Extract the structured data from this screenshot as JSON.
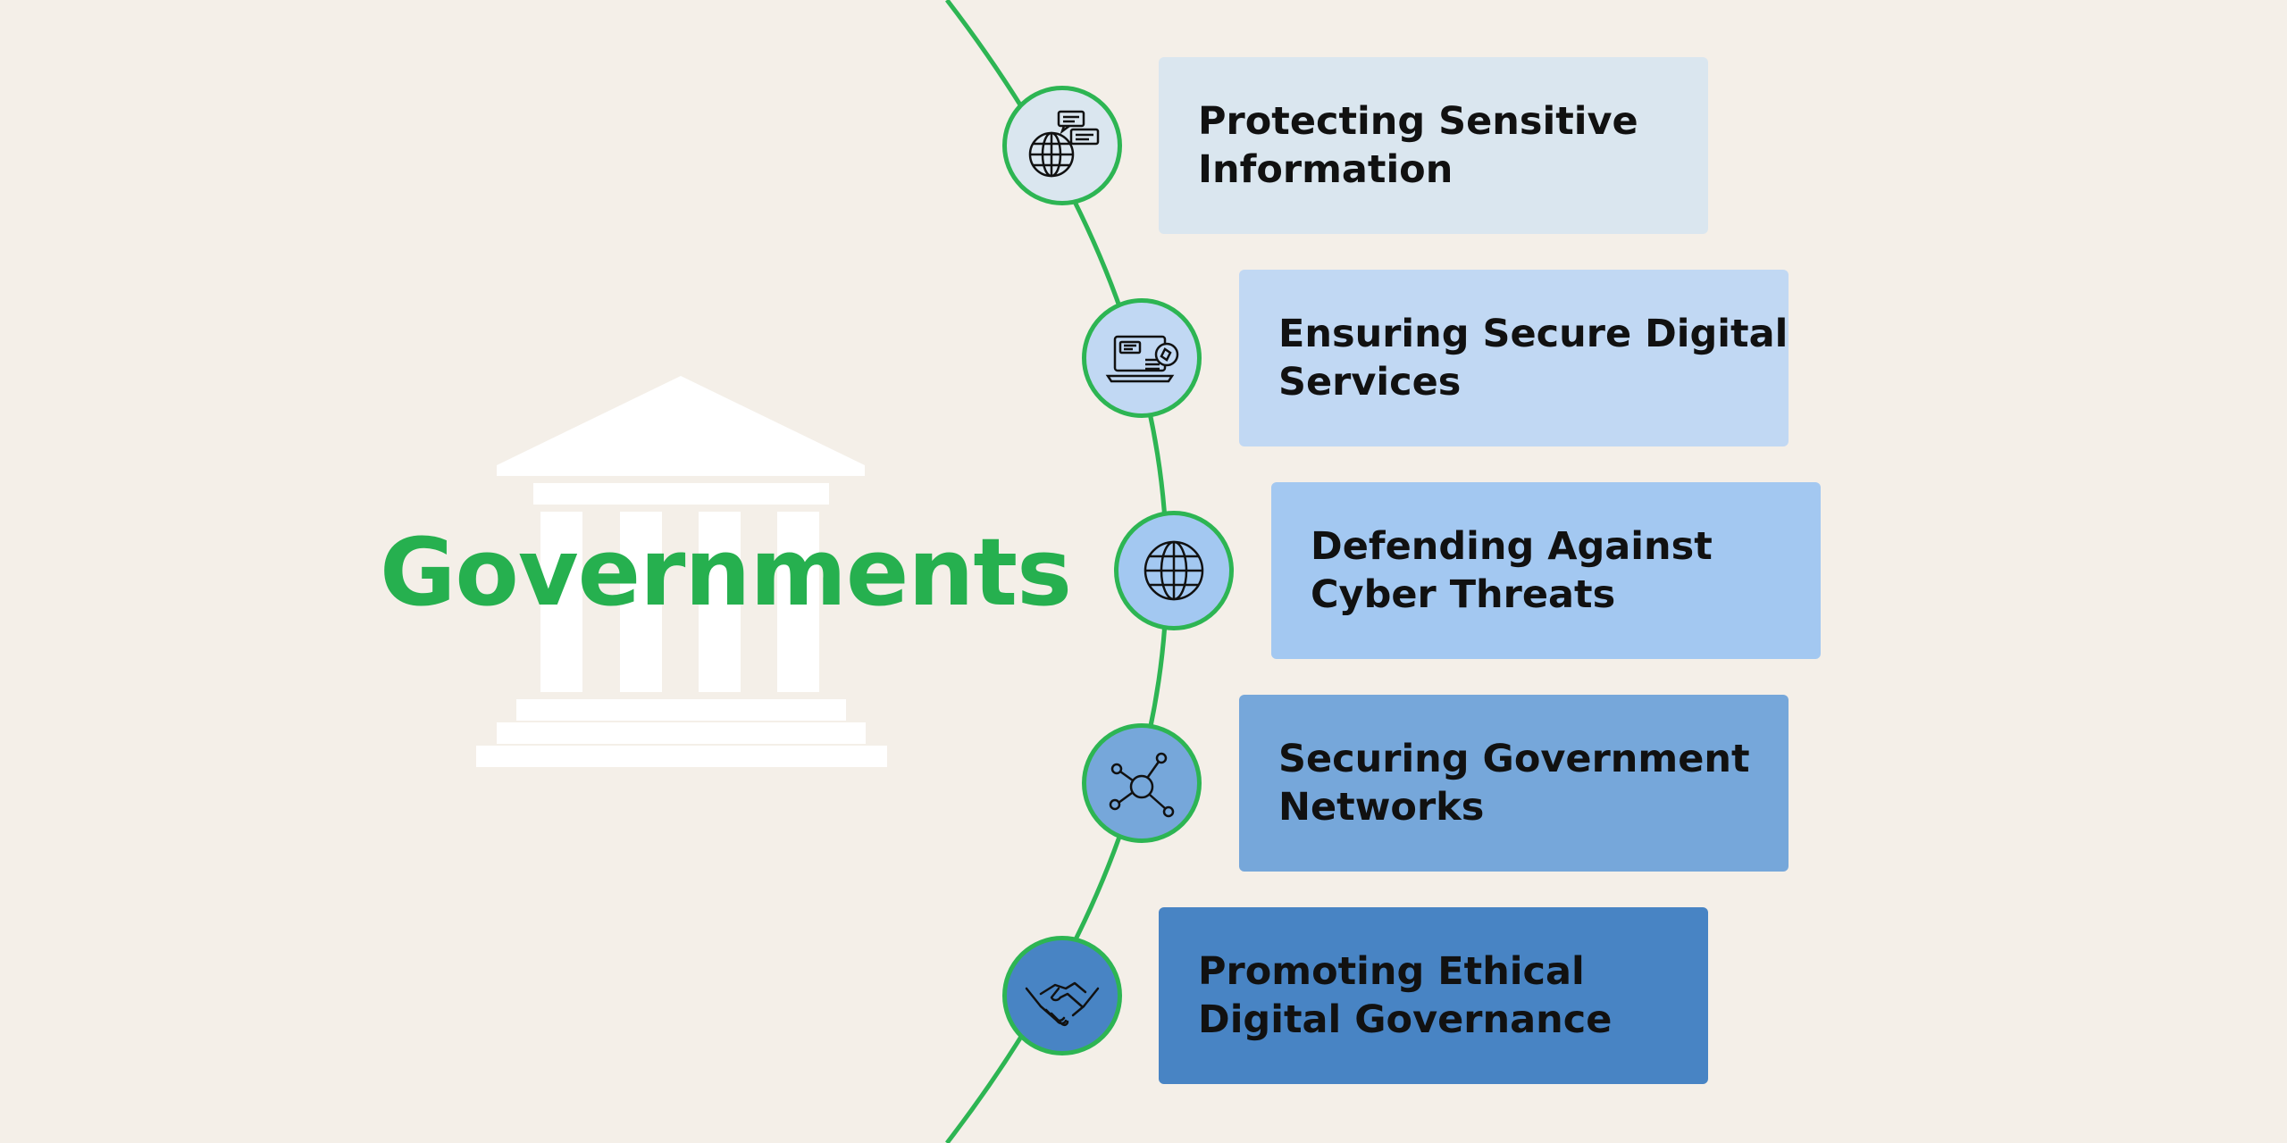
{
  "title": "Governments",
  "colors": {
    "background": "#f4efe8",
    "accent_green": "#2db553",
    "title_green": "#26b04f",
    "building": "#ffffff"
  },
  "building_icon": "government-building-icon",
  "items": [
    {
      "label": "Protecting Sensitive\nInformation",
      "icon": "globe-chat-icon",
      "color": "#dae6ef"
    },
    {
      "label": "Ensuring Secure Digital\nServices",
      "icon": "laptop-security-icon",
      "color": "#c1d8f3"
    },
    {
      "label": "Defending Against\nCyber Threats",
      "icon": "globe-icon",
      "color": "#a3c8f1"
    },
    {
      "label": "Securing Government\nNetworks",
      "icon": "network-nodes-icon",
      "color": "#76a7da"
    },
    {
      "label": "Promoting Ethical\nDigital Governance",
      "icon": "handshake-icon",
      "color": "#4884c4"
    }
  ]
}
